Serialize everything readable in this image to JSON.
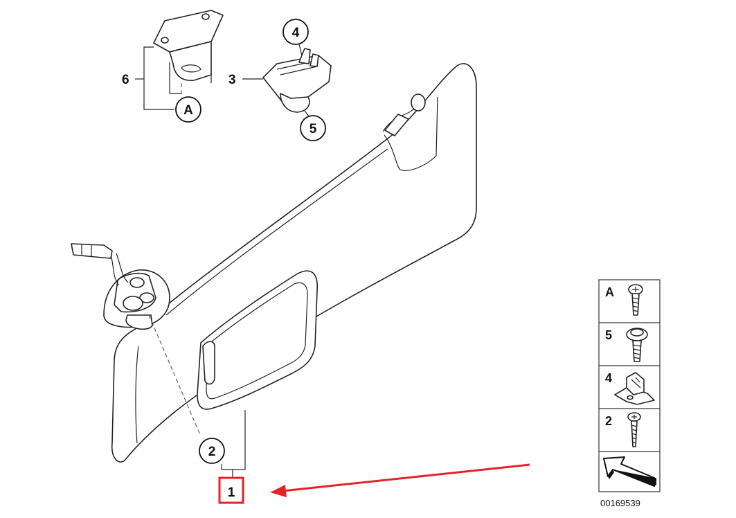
{
  "callouts": {
    "c1": "1",
    "c2": "2",
    "c3": "3",
    "c4": "4",
    "c5": "5",
    "c6": "6",
    "cA": "A"
  },
  "legend": {
    "rows": [
      {
        "label": "A",
        "icon": "screw-round-head-icon"
      },
      {
        "label": "5",
        "icon": "screw-flange-head-icon"
      },
      {
        "label": "4",
        "icon": "spring-clip-icon"
      },
      {
        "label": "2",
        "icon": "screw-pan-head-icon"
      }
    ],
    "arrow_icon": "direction-arrow-icon"
  },
  "diagram_number": "00169539",
  "colors": {
    "highlight": "#e8202a",
    "line": "#222222"
  }
}
